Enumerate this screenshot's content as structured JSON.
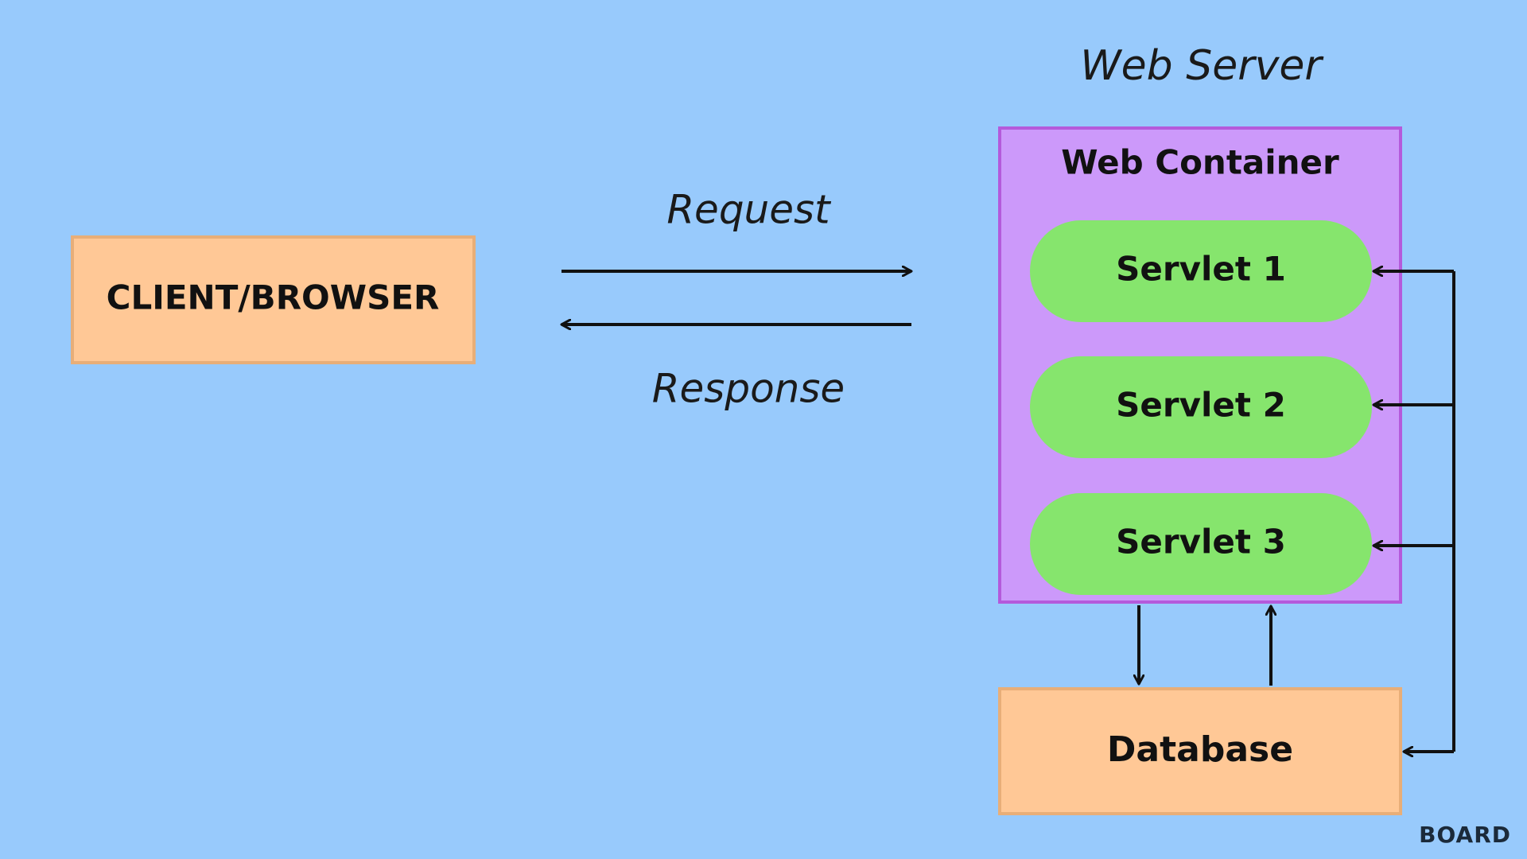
{
  "client": {
    "label": "CLIENT/BROWSER"
  },
  "request": {
    "label": "Request"
  },
  "response": {
    "label": "Response"
  },
  "web_server": {
    "label": "Web Server"
  },
  "web_container": {
    "label": "Web Container"
  },
  "servlets": [
    {
      "label": "Servlet 1"
    },
    {
      "label": "Servlet 2"
    },
    {
      "label": "Servlet 3"
    }
  ],
  "database": {
    "label": "Database"
  },
  "brand": {
    "name": "BOARD"
  },
  "colors": {
    "background": "#98CAFC",
    "box_fill": "#FFC896",
    "box_stroke": "#E8AE78",
    "container_fill": "#CC99FA",
    "container_stroke": "#B45ADB",
    "servlet_fill": "#86E56D",
    "arrow": "#111111"
  }
}
